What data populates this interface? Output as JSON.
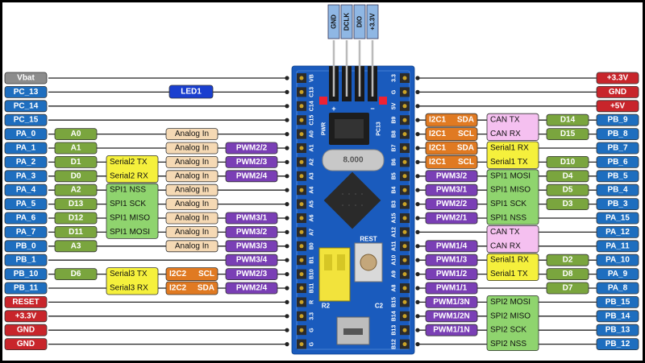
{
  "header_pins": [
    "GND",
    "DCLK",
    "DIO",
    "+3.3V"
  ],
  "led_label": "LED1",
  "left_pins": [
    {
      "label": "Vbat",
      "color": "#8c8c8c"
    },
    {
      "label": "PC_13",
      "color": "#1e6ebf"
    },
    {
      "label": "PC_14",
      "color": "#1e6ebf"
    },
    {
      "label": "PC_15",
      "color": "#1e6ebf"
    },
    {
      "label": "PA_0",
      "color": "#1e6ebf"
    },
    {
      "label": "PA_1",
      "color": "#1e6ebf"
    },
    {
      "label": "PA_2",
      "color": "#1e6ebf"
    },
    {
      "label": "PA_3",
      "color": "#1e6ebf"
    },
    {
      "label": "PA_4",
      "color": "#1e6ebf"
    },
    {
      "label": "PA_5",
      "color": "#1e6ebf"
    },
    {
      "label": "PA_6",
      "color": "#1e6ebf"
    },
    {
      "label": "PA_7",
      "color": "#1e6ebf"
    },
    {
      "label": "PB_0",
      "color": "#1e6ebf"
    },
    {
      "label": "PB_1",
      "color": "#1e6ebf"
    },
    {
      "label": "PB_10",
      "color": "#1e6ebf"
    },
    {
      "label": "PB_11",
      "color": "#1e6ebf"
    },
    {
      "label": "RESET",
      "color": "#c8252b"
    },
    {
      "label": "+3.3V",
      "color": "#c8252b"
    },
    {
      "label": "GND",
      "color": "#c8252b"
    },
    {
      "label": "GND",
      "color": "#c8252b"
    }
  ],
  "right_pins": [
    {
      "label": "+3.3V",
      "color": "#c8252b"
    },
    {
      "label": "GND",
      "color": "#c8252b"
    },
    {
      "label": "+5V",
      "color": "#c8252b"
    },
    {
      "label": "PB_9",
      "color": "#1e6ebf"
    },
    {
      "label": "PB_8",
      "color": "#1e6ebf"
    },
    {
      "label": "PB_7",
      "color": "#1e6ebf"
    },
    {
      "label": "PB_6",
      "color": "#1e6ebf"
    },
    {
      "label": "PB_5",
      "color": "#1e6ebf"
    },
    {
      "label": "PB_4",
      "color": "#1e6ebf"
    },
    {
      "label": "PB_3",
      "color": "#1e6ebf"
    },
    {
      "label": "PA_15",
      "color": "#1e6ebf"
    },
    {
      "label": "PA_12",
      "color": "#1e6ebf"
    },
    {
      "label": "PA_11",
      "color": "#1e6ebf"
    },
    {
      "label": "PA_10",
      "color": "#1e6ebf"
    },
    {
      "label": "PA_9",
      "color": "#1e6ebf"
    },
    {
      "label": "PA_8",
      "color": "#1e6ebf"
    },
    {
      "label": "PB_15",
      "color": "#1e6ebf"
    },
    {
      "label": "PB_14",
      "color": "#1e6ebf"
    },
    {
      "label": "PB_13",
      "color": "#1e6ebf"
    },
    {
      "label": "PB_12",
      "color": "#1e6ebf"
    }
  ],
  "left_digital": [
    {
      "row": 4,
      "label": "A0"
    },
    {
      "row": 5,
      "label": "A1"
    },
    {
      "row": 6,
      "label": "D1"
    },
    {
      "row": 7,
      "label": "D0"
    },
    {
      "row": 8,
      "label": "A2"
    },
    {
      "row": 9,
      "label": "D13"
    },
    {
      "row": 10,
      "label": "D12"
    },
    {
      "row": 11,
      "label": "D11"
    },
    {
      "row": 12,
      "label": "A3"
    },
    {
      "row": 14,
      "label": "D6"
    }
  ],
  "left_groups": [
    {
      "rows": [
        6,
        7
      ],
      "lines": [
        "Serial2 TX",
        "Serial2 RX"
      ],
      "color": "#f5f03c"
    },
    {
      "rows": [
        8,
        11
      ],
      "lines": [
        "SPI1 NSS",
        "SPI1 SCK",
        "SPI1 MISO",
        "SPI1 MOSI"
      ],
      "color": "#8fd46e"
    },
    {
      "rows": [
        14,
        15
      ],
      "lines": [
        "Serial3 TX",
        "Serial3 RX"
      ],
      "color": "#f5f03c"
    }
  ],
  "analog_in": {
    "rows": [
      4,
      5,
      6,
      7,
      8,
      9,
      10,
      11,
      12
    ],
    "label": "Analog In"
  },
  "left_i2c": [
    {
      "row": 14,
      "label": "I2C2",
      "sig": "SCL"
    },
    {
      "row": 15,
      "label": "I2C2",
      "sig": "SDA"
    }
  ],
  "left_pwm": [
    {
      "row": 5,
      "label": "PWM2/2"
    },
    {
      "row": 6,
      "label": "PWM2/3"
    },
    {
      "row": 7,
      "label": "PWM2/4"
    },
    {
      "row": 10,
      "label": "PWM3/1"
    },
    {
      "row": 11,
      "label": "PWM3/2"
    },
    {
      "row": 12,
      "label": "PWM3/3"
    },
    {
      "row": 13,
      "label": "PWM3/4"
    },
    {
      "row": 14,
      "label": "PWM2/3"
    },
    {
      "row": 15,
      "label": "PWM2/4"
    }
  ],
  "right_i2c": [
    {
      "row": 3,
      "label": "I2C1",
      "sig": "SDA"
    },
    {
      "row": 4,
      "label": "I2C1",
      "sig": "SCL"
    },
    {
      "row": 5,
      "label": "I2C1",
      "sig": "SDA"
    },
    {
      "row": 6,
      "label": "I2C1",
      "sig": "SCL"
    }
  ],
  "right_pwm": [
    {
      "row": 7,
      "label": "PWM3/2"
    },
    {
      "row": 8,
      "label": "PWM3/1"
    },
    {
      "row": 9,
      "label": "PWM2/2"
    },
    {
      "row": 10,
      "label": "PWM2/1"
    },
    {
      "row": 12,
      "label": "PWM1/4"
    },
    {
      "row": 13,
      "label": "PWM1/3"
    },
    {
      "row": 14,
      "label": "PWM1/2"
    },
    {
      "row": 15,
      "label": "PWM1/1"
    },
    {
      "row": 16,
      "label": "PWM1/3N"
    },
    {
      "row": 17,
      "label": "PWM1/2N"
    },
    {
      "row": 18,
      "label": "PWM1/1N"
    }
  ],
  "right_groups": [
    {
      "rows": [
        3,
        4
      ],
      "lines": [
        "CAN TX",
        "CAN RX"
      ],
      "color": "#f5c0f0"
    },
    {
      "rows": [
        5,
        6
      ],
      "lines": [
        "Serial1 RX",
        "Serial1 TX"
      ],
      "color": "#f5f03c"
    },
    {
      "rows": [
        7,
        10
      ],
      "lines": [
        "SPI1 MOSI",
        "SPI1 MISO",
        "SPI1 SCK",
        "SPI1 NSS"
      ],
      "color": "#8fd46e"
    },
    {
      "rows": [
        11,
        12
      ],
      "lines": [
        "CAN TX",
        "CAN RX"
      ],
      "color": "#f5c0f0"
    },
    {
      "rows": [
        13,
        14
      ],
      "lines": [
        "Serial1 RX",
        "Serial1 TX"
      ],
      "color": "#f5f03c"
    },
    {
      "rows": [
        16,
        19
      ],
      "lines": [
        "SPI2 MOSI",
        "SPI2 MISO",
        "SPI2 SCK",
        "SPI2 NSS"
      ],
      "color": "#8fd46e"
    }
  ],
  "right_digital": [
    {
      "row": 3,
      "label": "D14"
    },
    {
      "row": 4,
      "label": "D15"
    },
    {
      "row": 6,
      "label": "D10"
    },
    {
      "row": 7,
      "label": "D4"
    },
    {
      "row": 8,
      "label": "D5"
    },
    {
      "row": 9,
      "label": "D3"
    },
    {
      "row": 13,
      "label": "D2"
    },
    {
      "row": 14,
      "label": "D8"
    },
    {
      "row": 15,
      "label": "D7"
    }
  ],
  "board": {
    "left_silk": [
      "VB",
      "C13",
      "C14",
      "C15",
      "A0",
      "A1",
      "A2",
      "A3",
      "A4",
      "A5",
      "A6",
      "A7",
      "B0",
      "B1",
      "B10",
      "B11",
      "R",
      "3.3",
      "G",
      "G"
    ],
    "right_silk": [
      "3.3",
      "G",
      "5V",
      "B9",
      "B8",
      "B7",
      "B6",
      "B5",
      "B4",
      "B3",
      "A15",
      "A12",
      "A11",
      "A10",
      "A9",
      "A8",
      "B15",
      "B14",
      "B13",
      "B12"
    ],
    "pwr_label": "PWR",
    "pc13_label": "PC13",
    "crystal_label": "8.000",
    "reset_label": "REST",
    "r2_label": "R2",
    "c2_label": "C2",
    "plus_label": "+",
    "minus_label": "−"
  },
  "colors": {
    "pin_blue": "#1e6ebf",
    "pin_red": "#c8252b",
    "pin_gray": "#8c8c8c",
    "digital": "#7aa53e",
    "analog": "#f5d9b4",
    "pwm": "#7a3fb5",
    "i2c": "#e07a22",
    "board": "#1a5bbd"
  }
}
